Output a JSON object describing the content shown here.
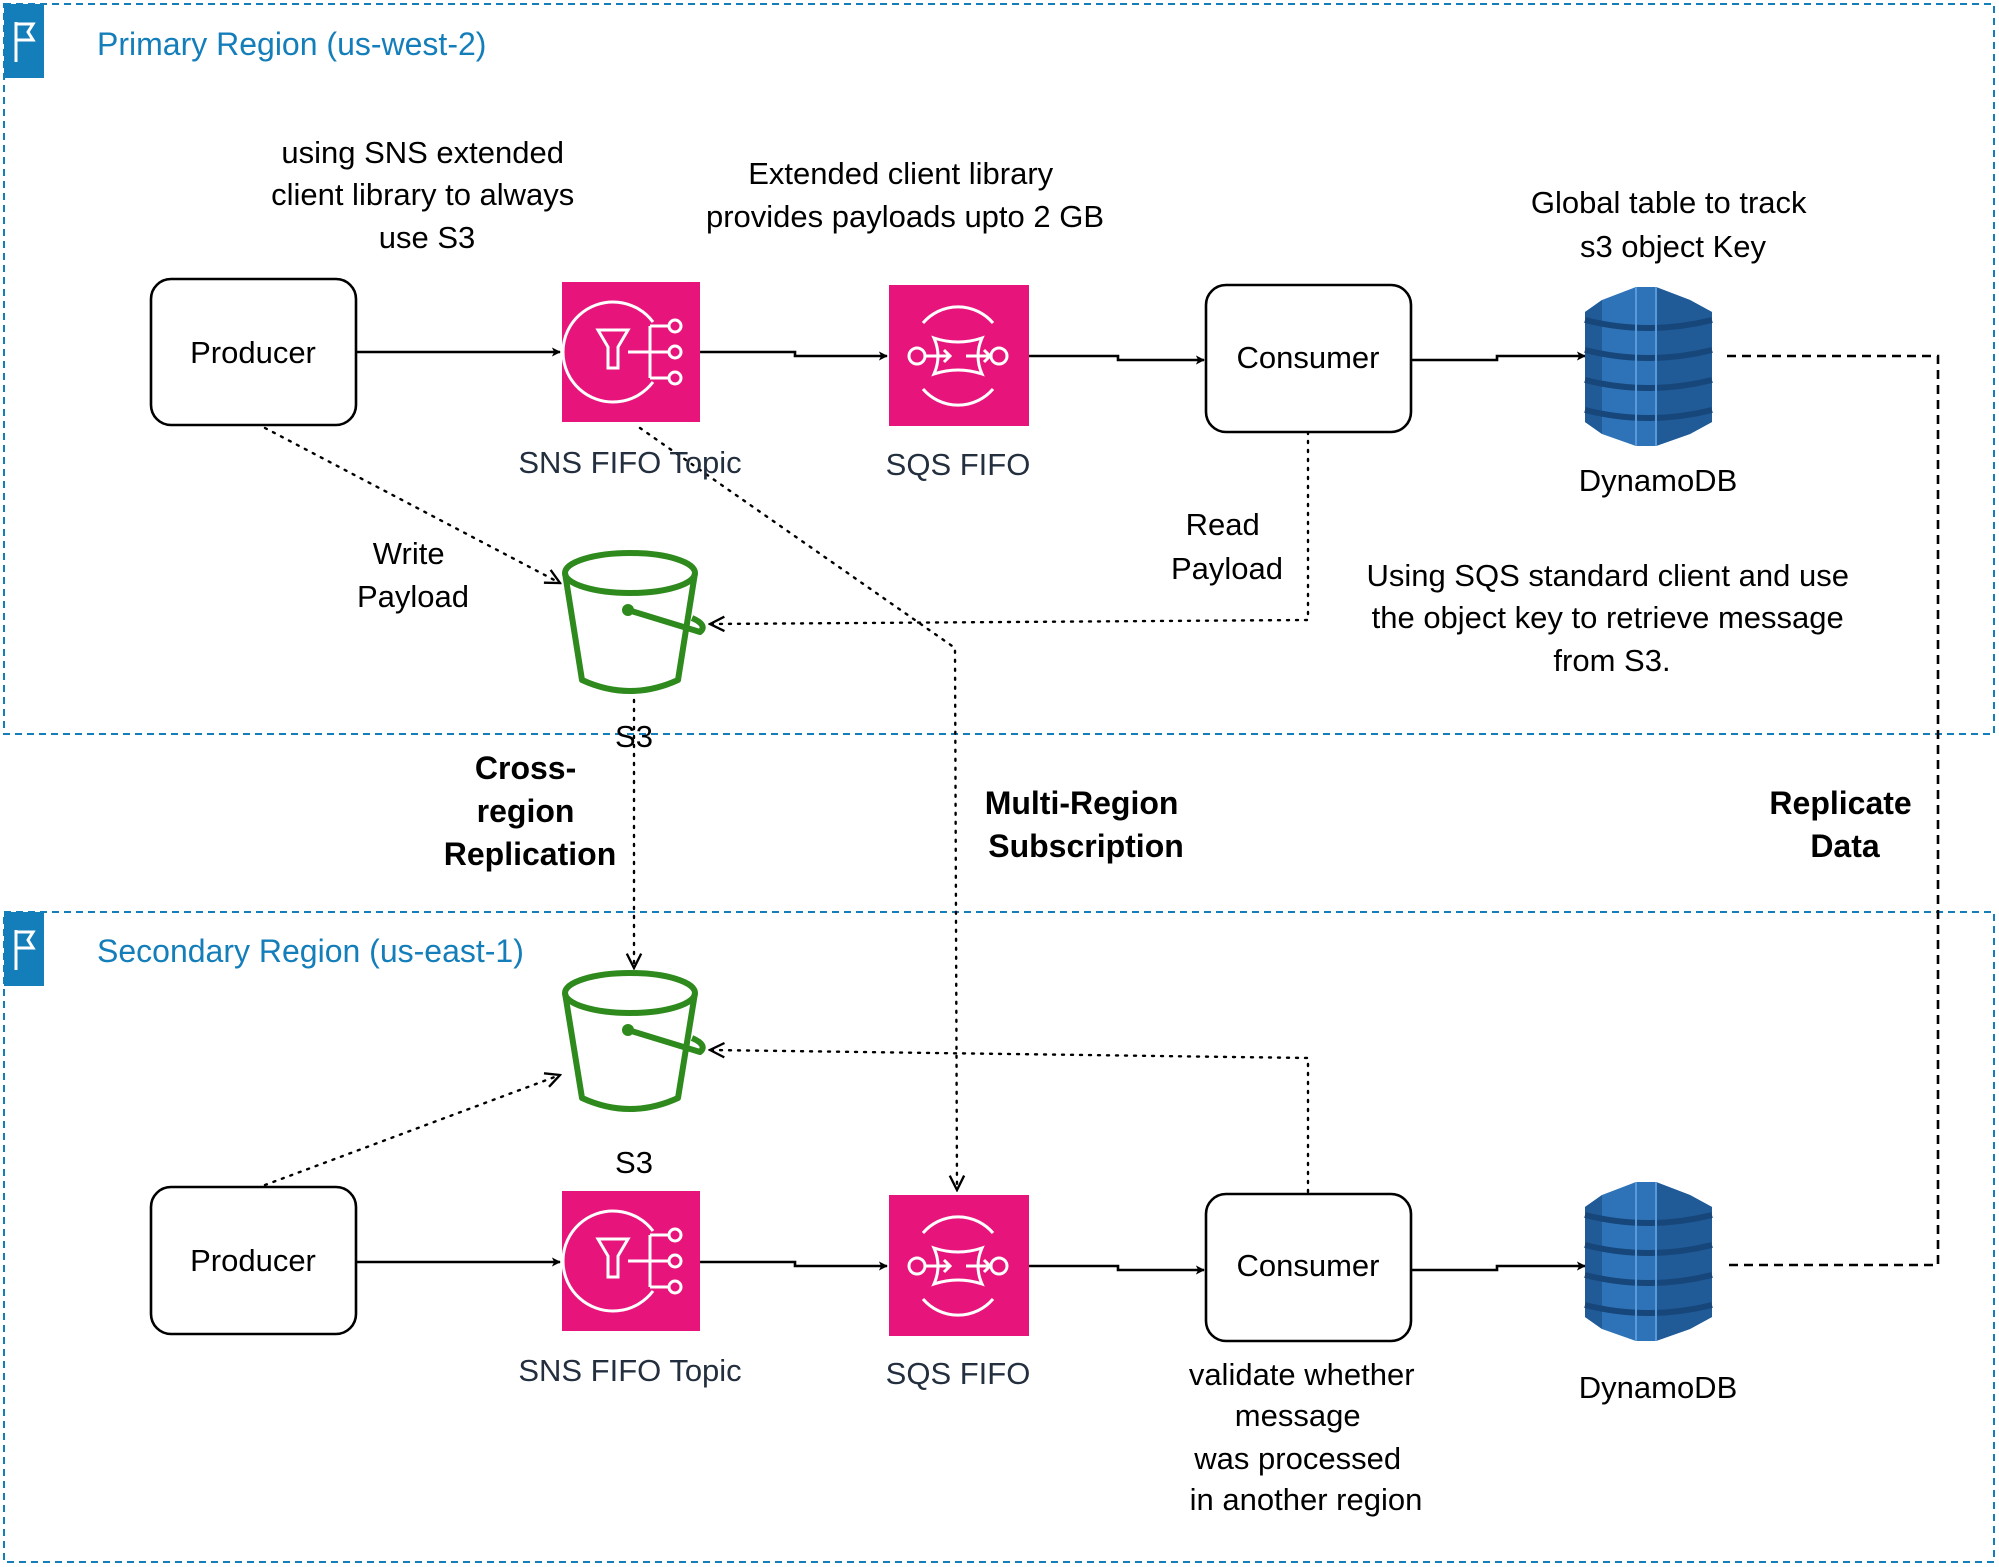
{
  "regions": {
    "primary": {
      "title": "Primary Region (us-west-2)"
    },
    "secondary": {
      "title": "Secondary Region (us-east-1)"
    }
  },
  "nodes": {
    "primary_producer": "Producer",
    "primary_consumer": "Consumer",
    "primary_sns": "SNS FIFO Topic",
    "primary_sqs": "SQS FIFO",
    "primary_s3": "S3",
    "primary_dynamodb": "DynamoDB",
    "secondary_producer": "Producer",
    "secondary_consumer": "Consumer",
    "secondary_sns": "SNS FIFO Topic",
    "secondary_sqs": "SQS FIFO",
    "secondary_s3": "S3",
    "secondary_dynamodb": "DynamoDB"
  },
  "annotations": {
    "sns_note": [
      "using SNS extended",
      "client library to always",
      "use S3"
    ],
    "extended_note": [
      "Extended client library",
      "provides payloads upto 2 GB"
    ],
    "global_table_note": [
      "Global table to track",
      "s3 object Key"
    ],
    "write_payload": [
      "Write",
      "Payload"
    ],
    "read_payload": [
      "Read",
      "Payload"
    ],
    "sqs_standard_note": [
      "Using SQS standard client and use",
      "the object key to retrieve message",
      "from S3."
    ],
    "cross_region": [
      "Cross-",
      "region",
      "Replication"
    ],
    "multi_region": [
      "Multi-Region",
      "Subscription"
    ],
    "replicate_data": [
      "Replicate",
      "Data"
    ],
    "validate_note": [
      "validate whether",
      "message",
      "was processed",
      "in another region"
    ]
  },
  "colors": {
    "region_border": "#147eba",
    "region_badge": "#147eba",
    "sns_sqs_icon": "#e7157b",
    "s3_bucket": "#2e8a1d",
    "dynamodb_light": "#2e73b8",
    "dynamodb_dark": "#205b98"
  },
  "icons": {
    "region": "region-flag-icon",
    "sns": "sns-topic-icon",
    "sqs": "sqs-queue-icon",
    "s3": "s3-bucket-icon",
    "dynamodb": "dynamodb-icon"
  }
}
